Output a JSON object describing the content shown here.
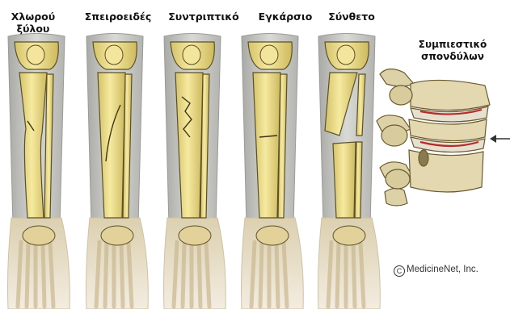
{
  "fracture_types": [
    {
      "id": "greenstick",
      "label": "Χλωρού ξύλου"
    },
    {
      "id": "spiral",
      "label": "Σπειροειδές"
    },
    {
      "id": "comminuted",
      "label": "Συντριπτικό"
    },
    {
      "id": "transverse",
      "label": "Εγκάρσιο"
    },
    {
      "id": "compound",
      "label": "Σύνθετο"
    }
  ],
  "spine": {
    "label": "Συμπιεστικό σπονδύλων"
  },
  "credit": {
    "symbol": "C",
    "text": "MedicineNet, Inc."
  },
  "colors": {
    "bone": "#f0e08c",
    "bone_outline": "#5a5028",
    "leg_shade": "#c6c6c4",
    "foot": "#e6d9c2",
    "disc_red": "#b52a2a"
  }
}
